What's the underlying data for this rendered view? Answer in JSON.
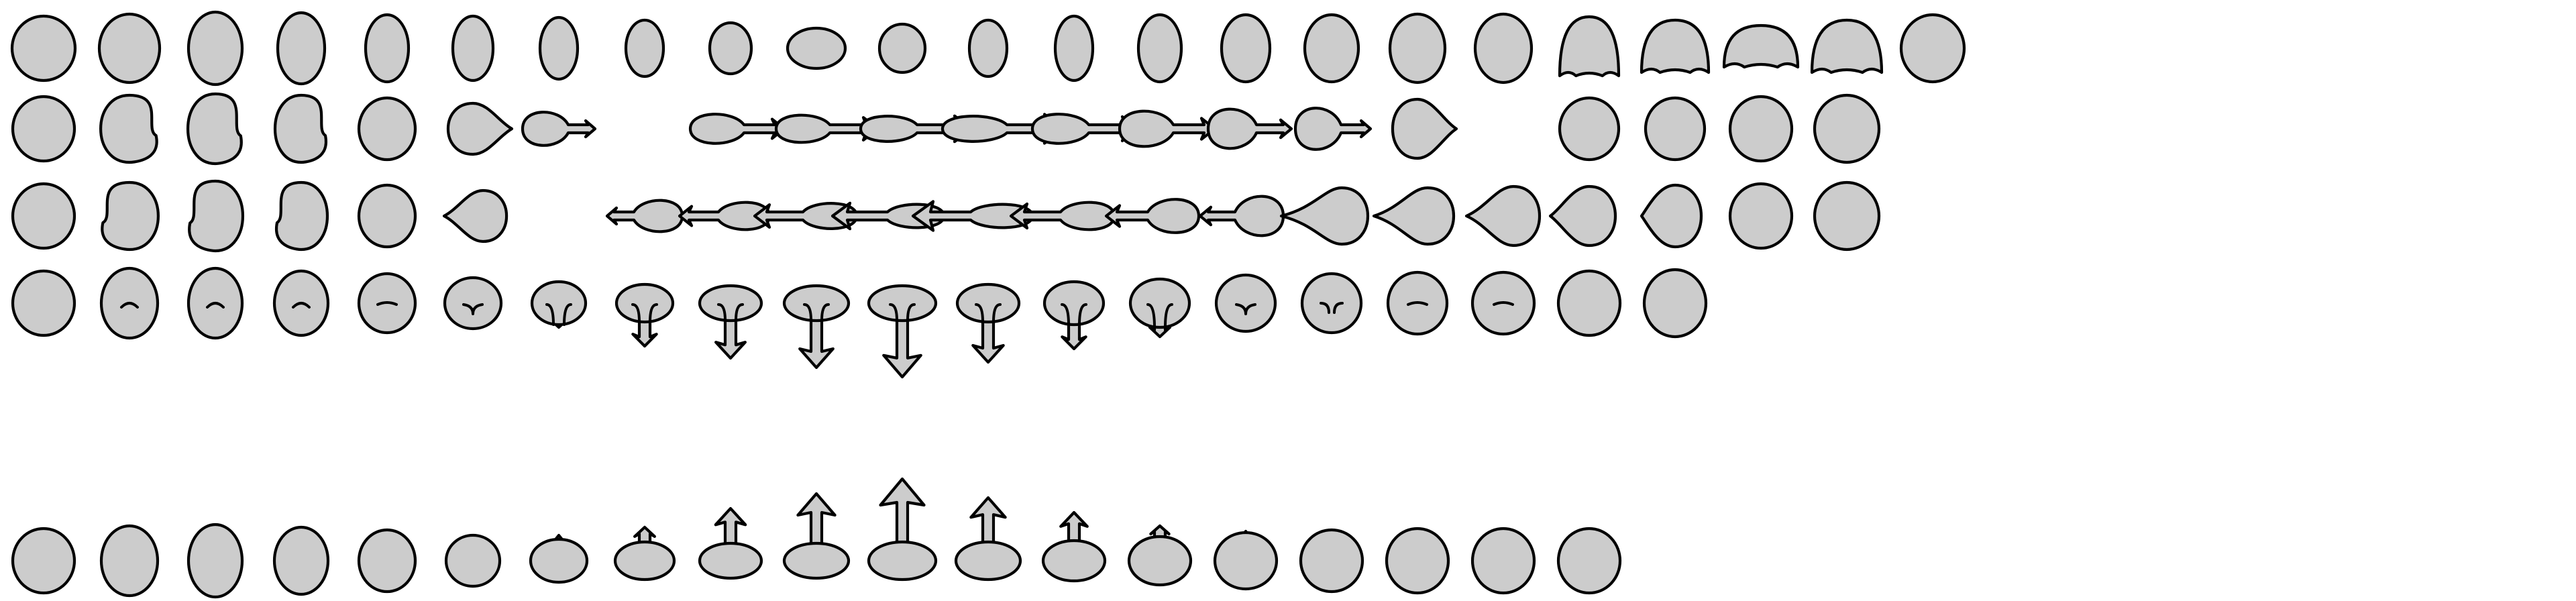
{
  "colors": {
    "background": "#ffffff",
    "fill": "#cccccc",
    "stroke": "#000000"
  },
  "rows": [
    {
      "name": "row-squash",
      "count": 23
    },
    {
      "name": "row-extend-right",
      "count": 21
    },
    {
      "name": "row-extend-left",
      "count": 21
    },
    {
      "name": "row-extend-down",
      "count": 20
    },
    {
      "name": "row-extend-up",
      "count": 19
    }
  ]
}
